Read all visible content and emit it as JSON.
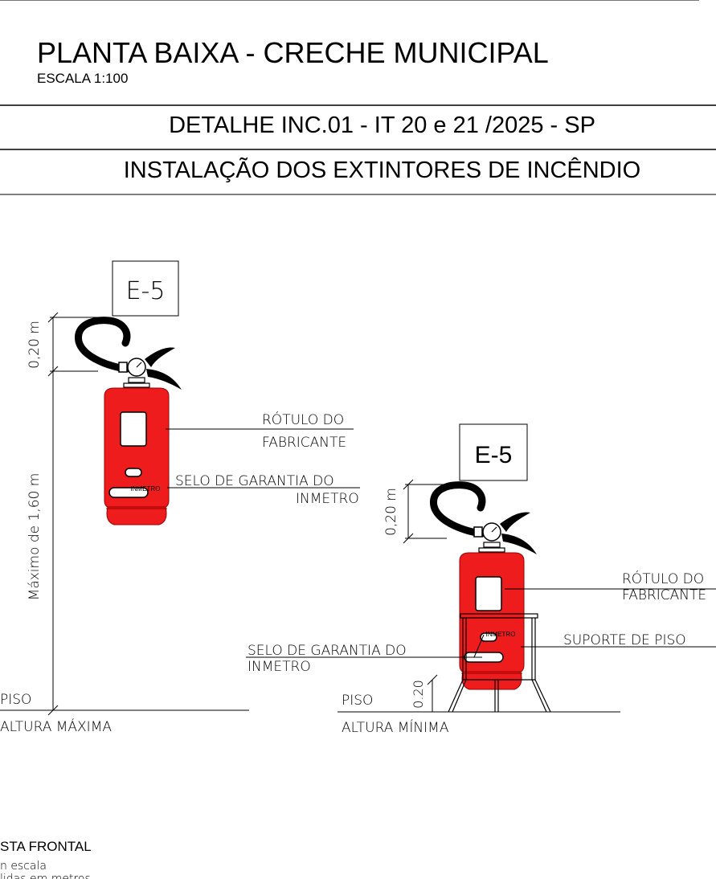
{
  "header": {
    "title": "PLANTA BAIXA - CRECHE MUNICIPAL",
    "scale": "ESCALA 1:100",
    "detail": "DETALHE INC.01 - IT 20 e 21 /2025 - SP",
    "subject": "INSTALAÇÃO DOS EXTINTORES DE INCÊNDIO"
  },
  "left_detail": {
    "tag": "E-5",
    "dim_top": "0,20  m",
    "dim_main": "Máximo  de  1,60  m",
    "label_rotulo_1": "RÓTULO  DO",
    "label_rotulo_2": "FABRICANTE",
    "label_selo_1": "SELO  DE  GARANTIA  DO",
    "label_selo_2": "INMETRO",
    "seal": "INMETRO",
    "floor": "PISO",
    "floor_note": "ALTURA  MÁXIMA"
  },
  "right_detail": {
    "tag": "E-5",
    "dim_top": "0,20  m",
    "dim_floor": "0.20",
    "label_rotulo_1": "RÓTULO  DO",
    "label_rotulo_2": "FABRICANTE",
    "label_suporte": "SUPORTE  DE  PISO",
    "label_selo_1": "SELO  DE  GARANTIA  DO",
    "label_selo_2": "INMETRO",
    "seal": "INMETRO",
    "floor": "PISO",
    "floor_note": "ALTURA  MÍNIMA"
  },
  "footer": {
    "view": "STA FRONTAL",
    "note1": "n  escala",
    "note2": "lidas  em  metros"
  },
  "colors": {
    "extinguisher": "#ee1c1c",
    "line": "#000000"
  }
}
